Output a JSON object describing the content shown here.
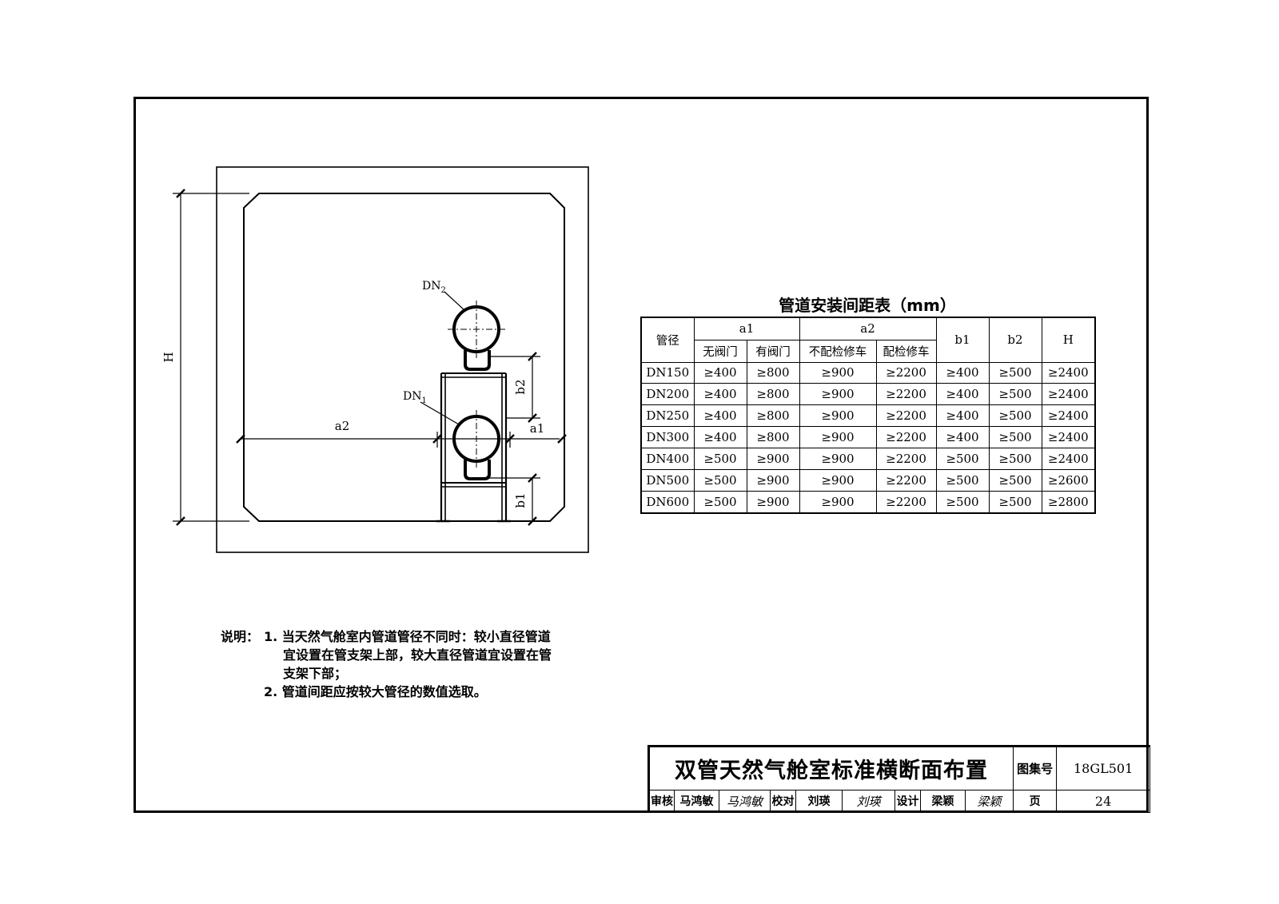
{
  "diagram": {
    "label_h": "H",
    "label_a2": "a2",
    "label_a1": "a1",
    "label_b1": "b1",
    "label_b2": "b2",
    "label_dn2_main": "DN",
    "label_dn2_sub": "2",
    "label_dn1_main": "DN",
    "label_dn1_sub": "1"
  },
  "table": {
    "title": "管道安装间距表（mm）",
    "header_pipe": "管径",
    "header_a1": "a1",
    "header_a2": "a2",
    "header_b1": "b1",
    "header_b2": "b2",
    "header_h": "H",
    "sub_a1_no_valve": "无阀门",
    "sub_a1_with_valve": "有阀门",
    "sub_a2_no_cart": "不配检修车",
    "sub_a2_with_cart": "配检修车",
    "rows": [
      {
        "dn": "DN150",
        "a1_no": "≥400",
        "a1_valve": "≥800",
        "a2_no": "≥900",
        "a2_cart": "≥2200",
        "b1": "≥400",
        "b2": "≥500",
        "h": "≥2400"
      },
      {
        "dn": "DN200",
        "a1_no": "≥400",
        "a1_valve": "≥800",
        "a2_no": "≥900",
        "a2_cart": "≥2200",
        "b1": "≥400",
        "b2": "≥500",
        "h": "≥2400"
      },
      {
        "dn": "DN250",
        "a1_no": "≥400",
        "a1_valve": "≥800",
        "a2_no": "≥900",
        "a2_cart": "≥2200",
        "b1": "≥400",
        "b2": "≥500",
        "h": "≥2400"
      },
      {
        "dn": "DN300",
        "a1_no": "≥400",
        "a1_valve": "≥800",
        "a2_no": "≥900",
        "a2_cart": "≥2200",
        "b1": "≥400",
        "b2": "≥500",
        "h": "≥2400"
      },
      {
        "dn": "DN400",
        "a1_no": "≥500",
        "a1_valve": "≥900",
        "a2_no": "≥900",
        "a2_cart": "≥2200",
        "b1": "≥500",
        "b2": "≥500",
        "h": "≥2400"
      },
      {
        "dn": "DN500",
        "a1_no": "≥500",
        "a1_valve": "≥900",
        "a2_no": "≥900",
        "a2_cart": "≥2200",
        "b1": "≥500",
        "b2": "≥500",
        "h": "≥2600"
      },
      {
        "dn": "DN600",
        "a1_no": "≥500",
        "a1_valve": "≥900",
        "a2_no": "≥900",
        "a2_cart": "≥2200",
        "b1": "≥500",
        "b2": "≥500",
        "h": "≥2800"
      }
    ]
  },
  "notes": {
    "lead": "说明：",
    "item1_line1": "1. 当天然气舱室内管道管径不同时：较小直径管道",
    "item1_line2": "宜设置在管支架上部，较大直径管道宜设置在管",
    "item1_line3": "支架下部；",
    "item2": "2. 管道间距应按较大管径的数值选取。"
  },
  "title_block": {
    "drawing_title": "双管天然气舱室标准横断面布置",
    "atlas_label": "图集号",
    "atlas_number": "18GL501",
    "review_label": "审核",
    "review_name": "马鸿敏",
    "review_signature": "马鸿敏",
    "check_label": "校对",
    "check_name": "刘瑛",
    "check_signature": "刘瑛",
    "design_label": "设计",
    "design_name": "梁颖",
    "design_signature": "梁颖",
    "page_label": "页",
    "page_number": "24"
  }
}
